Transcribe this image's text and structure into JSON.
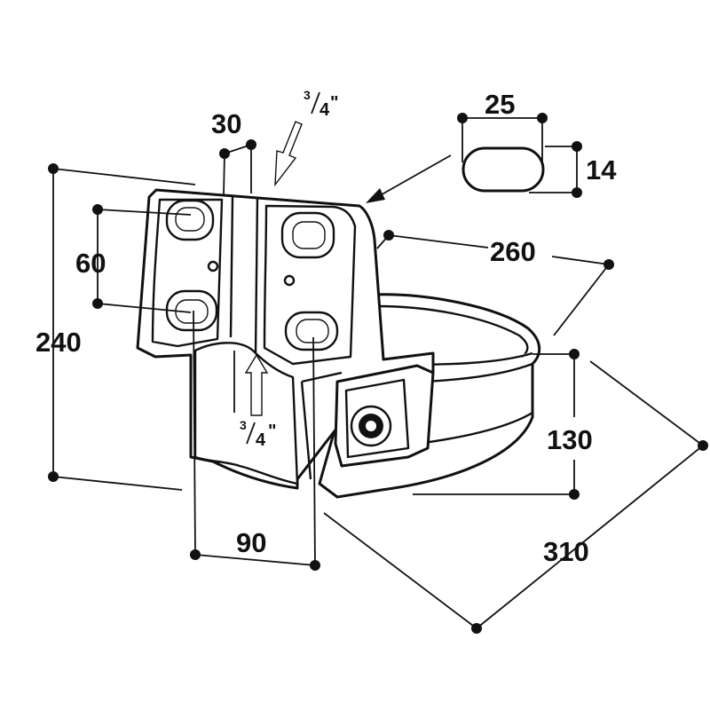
{
  "dimensions": {
    "height_total": "240",
    "mount_spacing": "60",
    "flange_width": "30",
    "base_width": "90",
    "width_depth": "260",
    "bowl_height": "130",
    "overall_width": "310",
    "slot_length": "25",
    "slot_width": "14"
  },
  "fittings": {
    "top_inlet": {
      "whole": "3",
      "fraction_den": "4",
      "unit": "\""
    },
    "bottom_inlet": {
      "whole": "3",
      "fraction_den": "4",
      "unit": "\""
    }
  },
  "colors": {
    "line": "#111111",
    "background": "#ffffff"
  }
}
